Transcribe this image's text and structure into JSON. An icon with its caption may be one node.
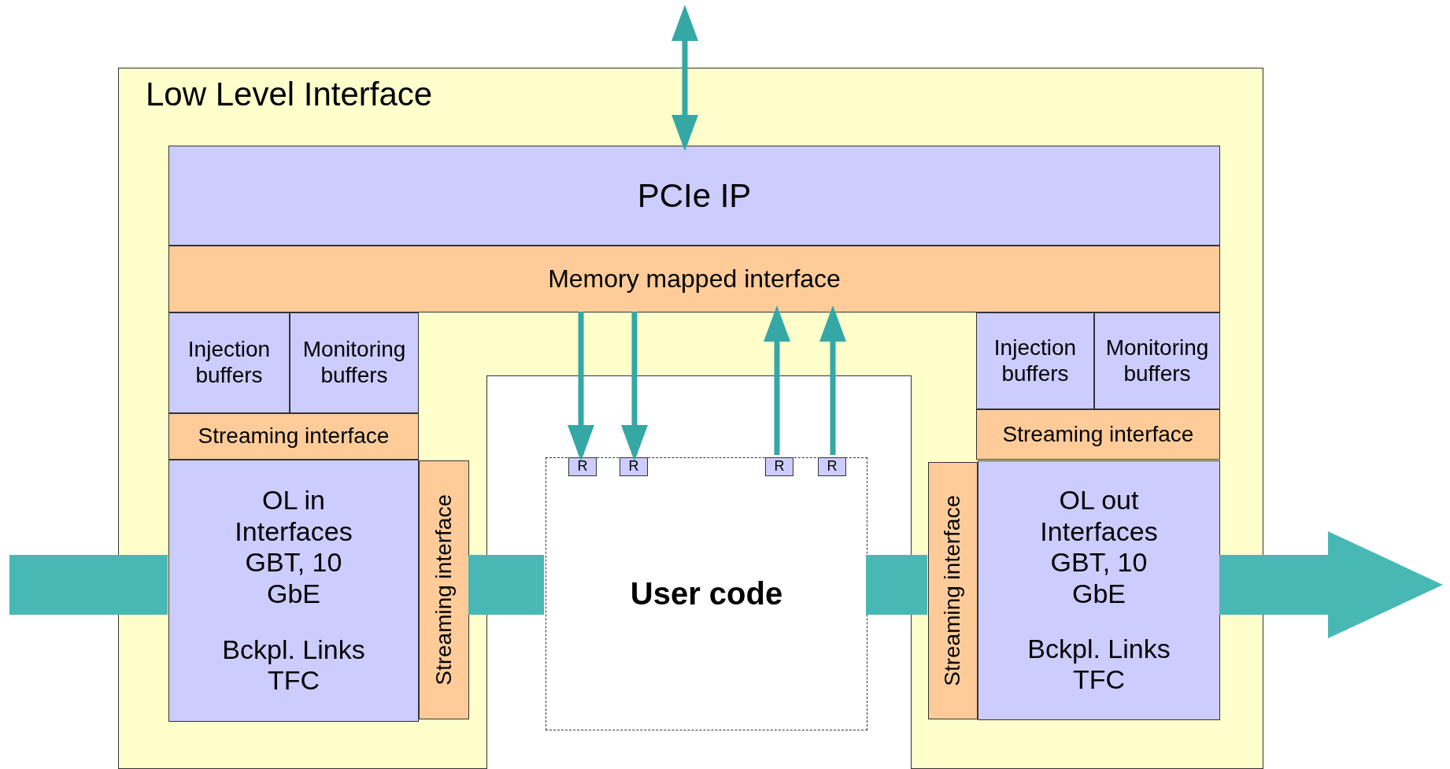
{
  "diagram": {
    "nodes": [
      {
        "text": [
          "Low Level Interface"
        ]
      },
      {
        "text": [
          "PCIe IP"
        ],
        "in": 0
      },
      {
        "text": [
          "Memory mapped interface"
        ],
        "in": 0
      },
      {
        "text": [
          "Injection buffers"
        ],
        "in": 0
      },
      {
        "text": [
          "Monitoring buffers"
        ],
        "in": 0
      },
      {
        "text": [
          "Streaming interface"
        ],
        "in": 0
      },
      {
        "text": [
          "OL in Interfaces GBT, 10 GbE",
          "Bckpl. Links TFC"
        ],
        "in": 0
      },
      {
        "text": [
          "Streaming interface"
        ],
        "in": 0
      },
      {
        "text": [],
        "shape": "box",
        "in": 0
      },
      {
        "text": [
          "User code"
        ],
        "in": 8
      },
      {
        "text": [
          "R"
        ],
        "in": 9
      },
      {
        "text": [
          "R"
        ],
        "in": 9
      },
      {
        "text": [
          "R"
        ],
        "in": 9
      },
      {
        "text": [
          "R"
        ],
        "in": 9
      },
      {
        "text": [
          "Injection buffers"
        ],
        "in": 0
      },
      {
        "text": [
          "Monitoring buffers"
        ],
        "in": 0
      },
      {
        "text": [
          "Streaming interface"
        ],
        "in": 0
      },
      {
        "text": [
          "Streaming interface"
        ],
        "in": 0
      },
      {
        "text": [
          "OL out Interfaces GBT, 10 GbE",
          "Bckpl. Links TFC"
        ],
        "in": 0
      }
    ],
    "edges": [
      {
        "from": null,
        "to": 1,
        "arrow": "both"
      },
      {
        "from": 2,
        "to": 10,
        "arrow": "to"
      },
      {
        "from": 2,
        "to": 11,
        "arrow": "to"
      },
      {
        "from": 12,
        "to": 2,
        "arrow": "to"
      },
      {
        "from": 13,
        "to": 2,
        "arrow": "to"
      },
      {
        "from": null,
        "to": 6,
        "arrow": "none",
        "style": "thick"
      },
      {
        "from": 7,
        "to": 9,
        "arrow": "none",
        "style": "thick"
      },
      {
        "from": 9,
        "to": 17,
        "arrow": "none",
        "style": "thick"
      },
      {
        "from": 18,
        "to": null,
        "arrow": "to",
        "style": "thick"
      }
    ]
  }
}
